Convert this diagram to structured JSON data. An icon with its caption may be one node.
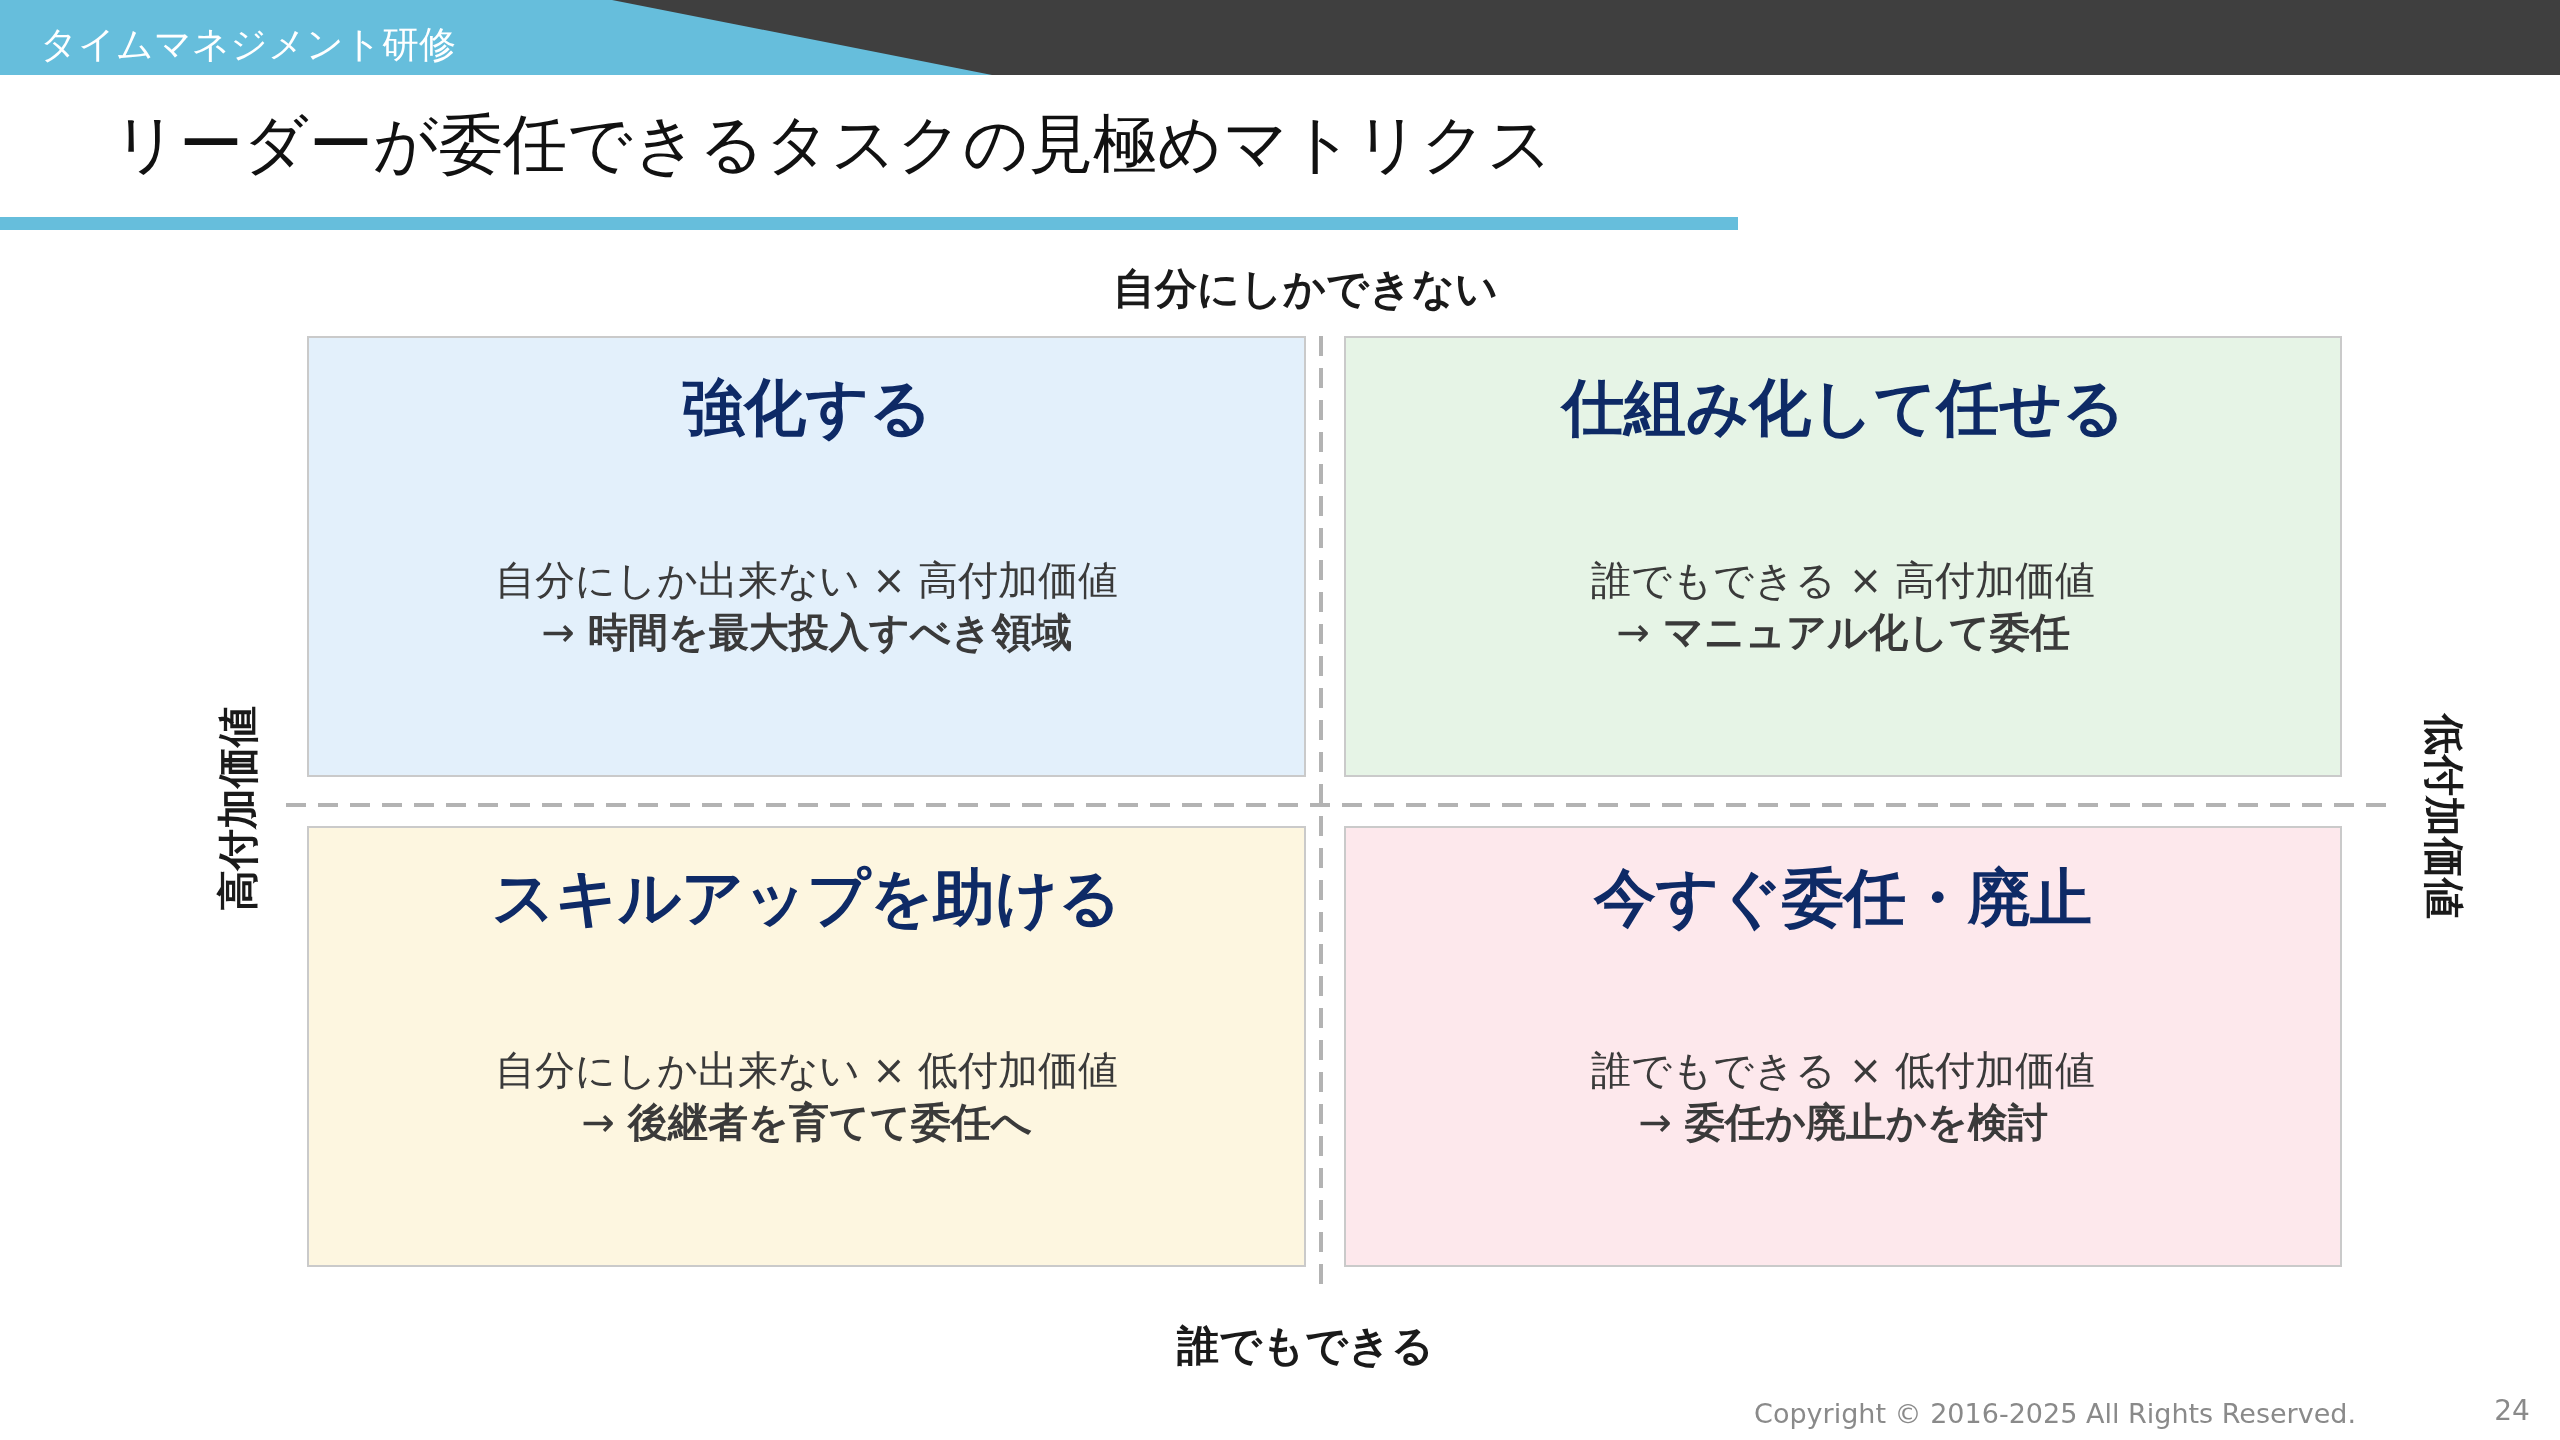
{
  "diagram": {
    "title": "リーダーが委任できるタスクの見極めマトリクス",
    "nodes": [
      {
        "text": [
          "強化する",
          "自分にしか出来ない × 高付加価値",
          "→ **時間を最大投入すべき領域**"
        ]
      },
      {
        "text": [
          "仕組み化して任せる",
          "誰でもできる × 高付加価値",
          "→ **マニュアル化して委任**"
        ]
      },
      {
        "text": [
          "スキルアップを助ける",
          "自分にしか出来ない × 低付加価値",
          "→ **後継者を育てて委任へ**"
        ]
      },
      {
        "text": [
          "今すぐ委任・廃止",
          "誰でもできる × 低付加価値",
          "→ **委任か廃止かを検討**"
        ]
      }
    ],
    "labels": [
      "タイムマネジメント研修",
      "自分にしかできない",
      "高付加価値",
      "低付加価値",
      "誰でもできる",
      "Copyright © 2016-2025 All Rights Reserved.",
      "24"
    ]
  }
}
